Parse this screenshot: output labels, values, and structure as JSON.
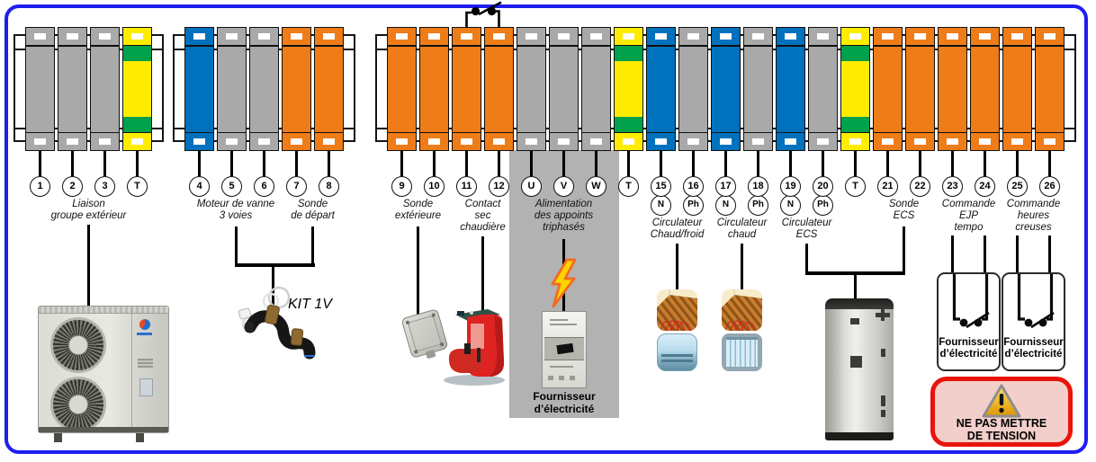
{
  "frame": {
    "border_color": "#1d1df2"
  },
  "colors": {
    "terminal_gray": "#a9a9a9",
    "terminal_blue": "#0071bc",
    "terminal_orange": "#ee7c18",
    "earth_yellow": "#ffec00",
    "earth_green": "#00a14b",
    "supply_zone_gray": "#b2b2b2",
    "warning_border_red": "#e8140c",
    "warning_bg_pink": "#f2cfca",
    "wire_black": "#000000"
  },
  "terminal_groups": [
    {
      "name": "liaison-groupe-exterieur",
      "terminals": [
        {
          "id": "1",
          "color": "gray"
        },
        {
          "id": "2",
          "color": "gray"
        },
        {
          "id": "3",
          "color": "gray"
        },
        {
          "id": "T",
          "color": "earth"
        }
      ]
    },
    {
      "name": "vanne-et-sonde-depart",
      "terminals": [
        {
          "id": "4",
          "color": "blue"
        },
        {
          "id": "5",
          "color": "gray"
        },
        {
          "id": "6",
          "color": "gray"
        },
        {
          "id": "7",
          "color": "orange"
        },
        {
          "id": "8",
          "color": "orange"
        }
      ]
    },
    {
      "name": "bornier-principal",
      "terminals": [
        {
          "id": "9",
          "color": "orange"
        },
        {
          "id": "10",
          "color": "orange"
        },
        {
          "id": "11",
          "color": "orange"
        },
        {
          "id": "12",
          "color": "orange"
        },
        {
          "id": "U",
          "color": "gray"
        },
        {
          "id": "V",
          "color": "gray"
        },
        {
          "id": "W",
          "color": "gray"
        },
        {
          "id": "T",
          "color": "earth"
        },
        {
          "id": "15",
          "color": "blue",
          "sub": "N"
        },
        {
          "id": "16",
          "color": "gray",
          "sub": "Ph"
        },
        {
          "id": "17",
          "color": "blue",
          "sub": "N"
        },
        {
          "id": "18",
          "color": "gray",
          "sub": "Ph"
        },
        {
          "id": "19",
          "color": "blue",
          "sub": "N"
        },
        {
          "id": "20",
          "color": "gray",
          "sub": "Ph"
        },
        {
          "id": "T",
          "color": "earth"
        },
        {
          "id": "21",
          "color": "orange"
        },
        {
          "id": "22",
          "color": "orange"
        },
        {
          "id": "23",
          "color": "orange"
        },
        {
          "id": "24",
          "color": "orange"
        },
        {
          "id": "25",
          "color": "orange"
        },
        {
          "id": "26",
          "color": "orange"
        }
      ]
    }
  ],
  "section_labels": [
    {
      "lines": [
        "Liaison",
        "groupe extérieur"
      ]
    },
    {
      "lines": [
        "Moteur de vanne",
        "3 voies"
      ]
    },
    {
      "lines": [
        "Sonde",
        "de départ"
      ]
    },
    {
      "lines": [
        "Sonde",
        "extérieure"
      ]
    },
    {
      "lines": [
        "Contact",
        "sec",
        "chaudière"
      ]
    },
    {
      "lines": [
        "Alimentation",
        "des appoints",
        "triphasés"
      ]
    },
    {
      "lines": [
        "Circulateur",
        "Chaud/froid"
      ]
    },
    {
      "lines": [
        "Circulateur",
        "chaud"
      ]
    },
    {
      "lines": [
        "Circulateur",
        "ECS"
      ]
    },
    {
      "lines": [
        "Sonde",
        "ECS"
      ]
    },
    {
      "lines": [
        "Commande",
        "EJP",
        "tempo"
      ]
    },
    {
      "lines": [
        "Commande",
        "heures",
        "creuses"
      ]
    }
  ],
  "kit_label": "KIT 1V",
  "supply_zone": {
    "supplier_lines": [
      "Fournisseur",
      "d’électricité"
    ]
  },
  "supplier_boxes": {
    "label_lines": [
      "Fournisseur",
      "d’électricité"
    ]
  },
  "warning": {
    "lines": [
      "NE PAS METTRE",
      "DE TENSION"
    ]
  }
}
